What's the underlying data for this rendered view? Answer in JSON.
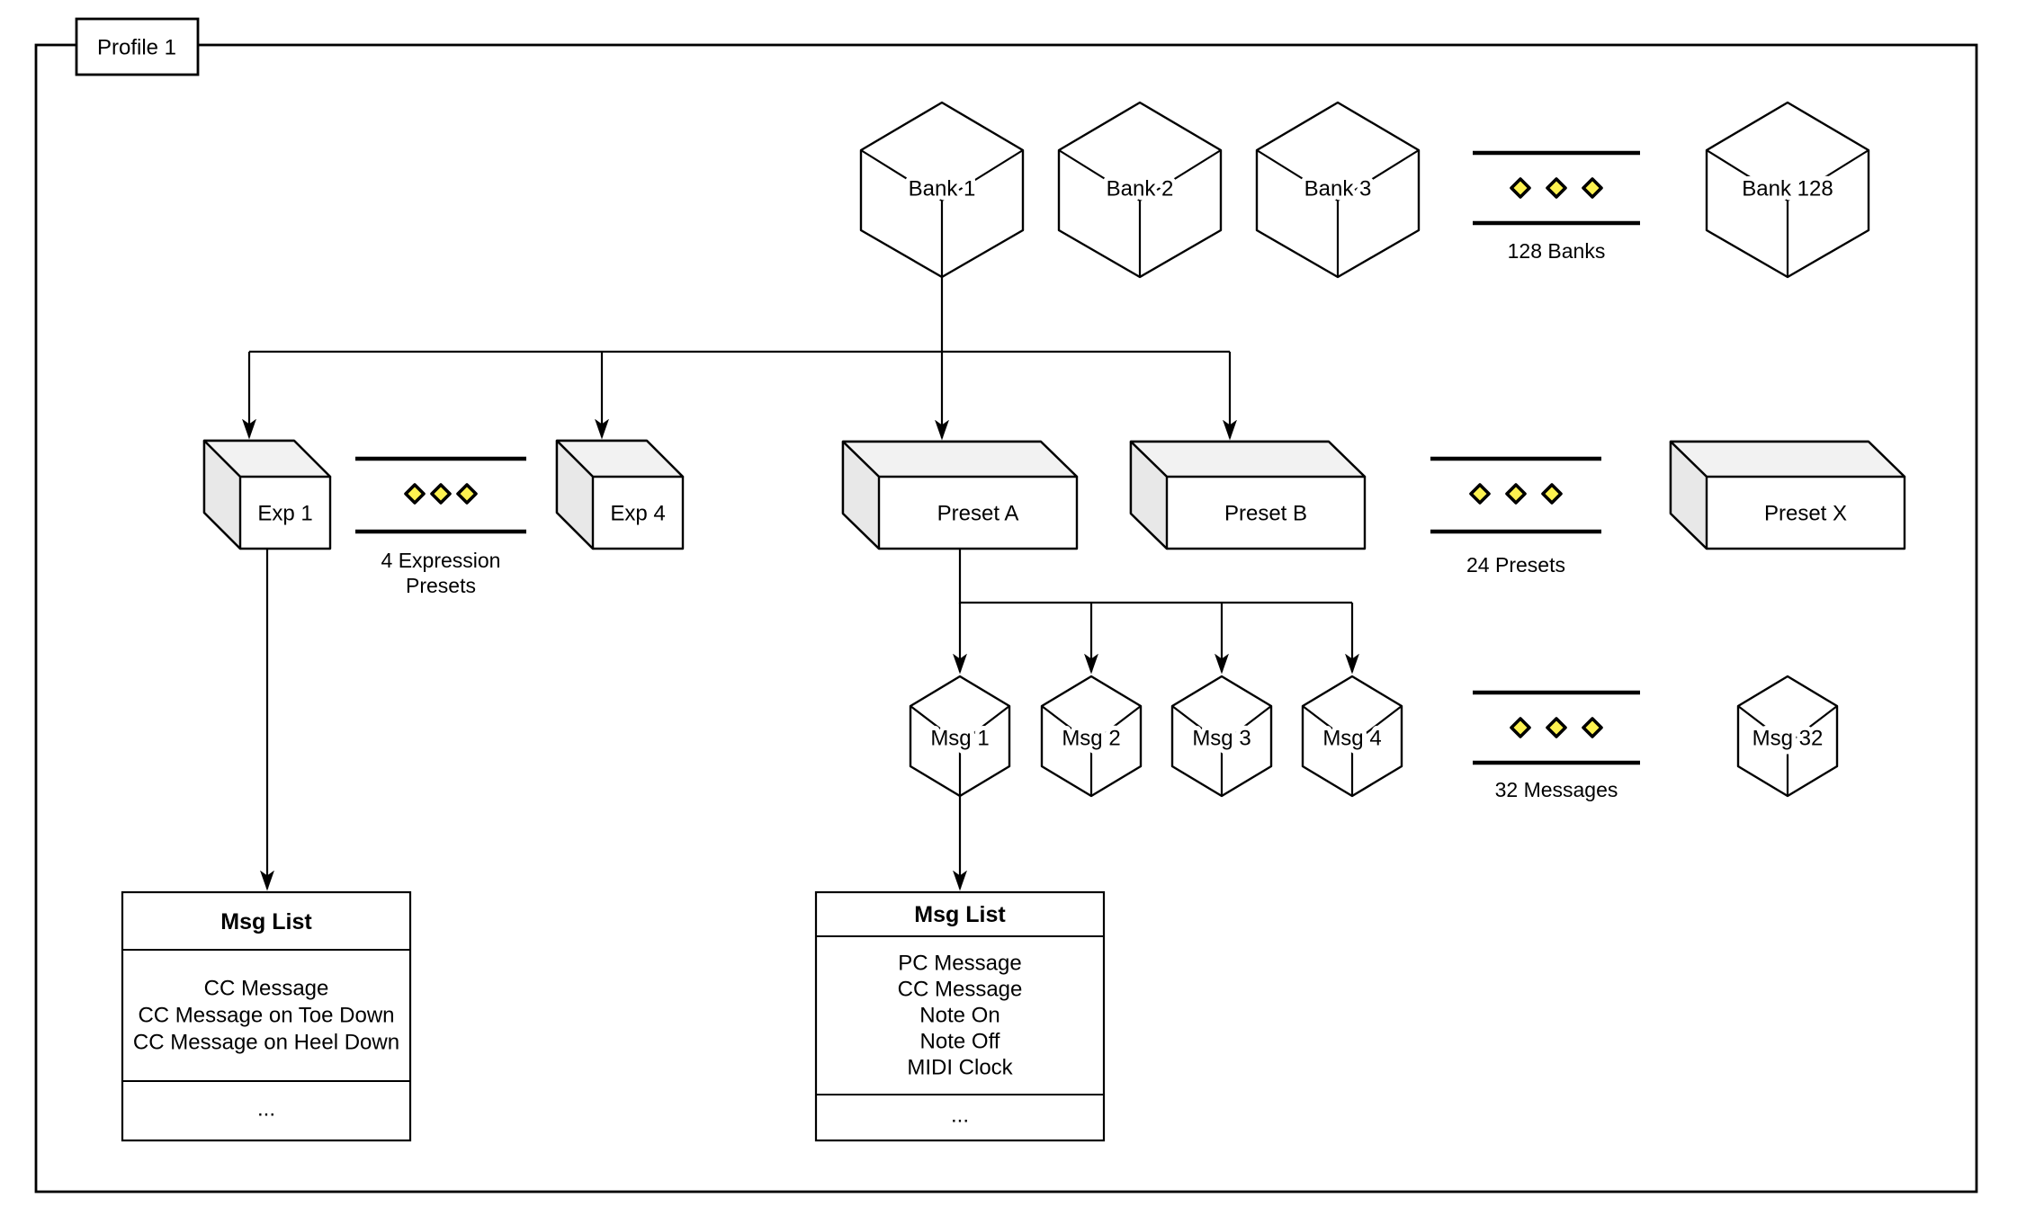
{
  "profile": {
    "label": "Profile 1"
  },
  "banks": {
    "items": [
      "Bank 1",
      "Bank 2",
      "Bank 3"
    ],
    "last": "Bank 128",
    "ellipsis": "128 Banks"
  },
  "expressions": {
    "first": "Exp 1",
    "last": "Exp 4",
    "ellipsis_line1": "4 Expression",
    "ellipsis_line2": "Presets"
  },
  "presets": {
    "a": "Preset A",
    "b": "Preset B",
    "last": "Preset X",
    "ellipsis": "24 Presets"
  },
  "messages": {
    "items": [
      "Msg 1",
      "Msg 2",
      "Msg 3",
      "Msg 4"
    ],
    "last": "Msg 32",
    "ellipsis": "32 Messages"
  },
  "exp_msg_list": {
    "title": "Msg List",
    "items": [
      "CC Message",
      "CC Message on Toe Down",
      "CC Message on Heel Down"
    ],
    "more": "..."
  },
  "preset_msg_list": {
    "title": "Msg List",
    "items": [
      "PC Message",
      "CC Message",
      "Note On",
      "Note Off",
      "MIDI Clock"
    ],
    "more": "..."
  },
  "colors": {
    "line": "#000000",
    "diamond_fill": "#FDF250",
    "cube_top_face": "#F2F2F2",
    "cube_side_face": "#E8E8E8"
  }
}
